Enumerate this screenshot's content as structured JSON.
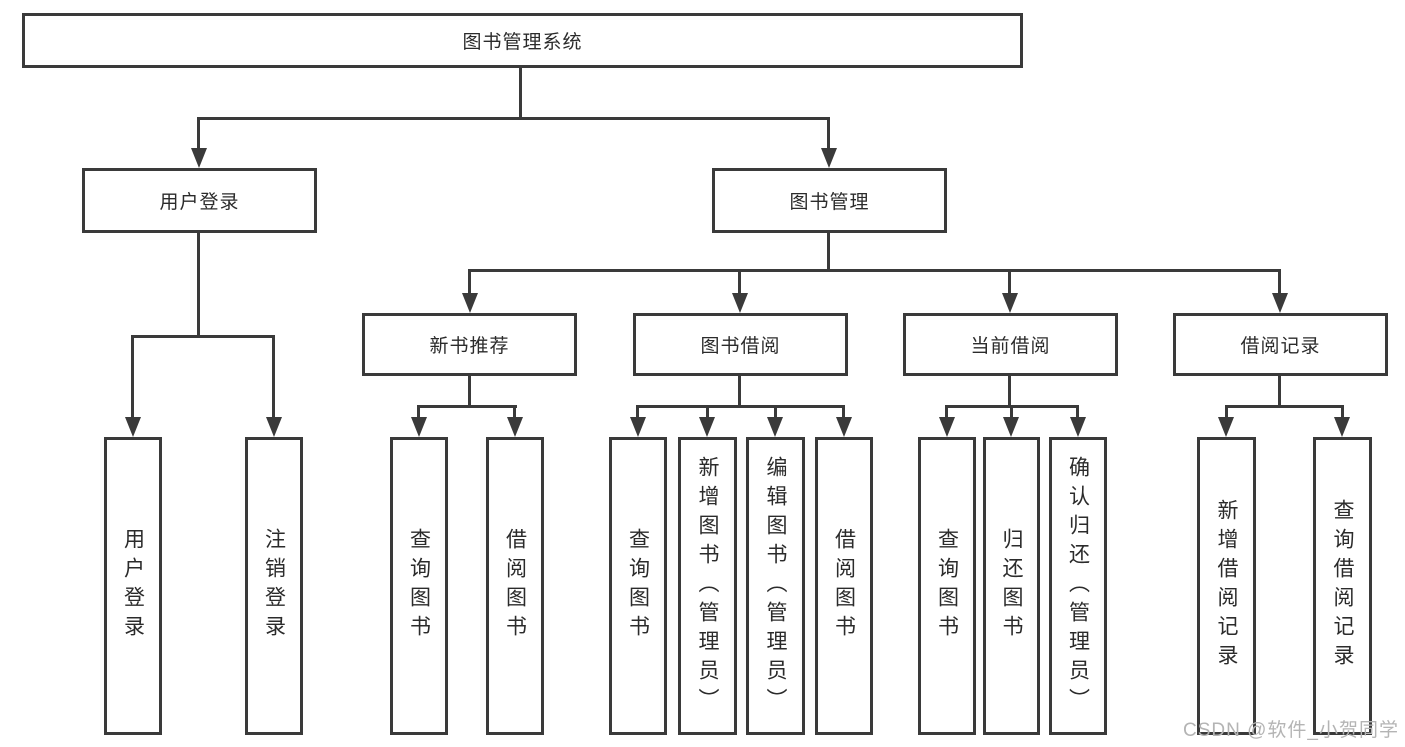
{
  "diagram_type": "hierarchy-tree",
  "colors": {
    "background": "#ffffff",
    "box_border": "#3a3a3a",
    "connector": "#3a3a3a",
    "text": "#2b2b2b",
    "watermark_text": "#b4b4b4"
  },
  "hierarchy": {
    "label": "图书管理系统",
    "children": [
      {
        "label": "用户登录",
        "children": [
          {
            "label": "用户登录"
          },
          {
            "label": "注销登录"
          }
        ]
      },
      {
        "label": "图书管理",
        "children": [
          {
            "label": "新书推荐",
            "children": [
              {
                "label": "查询图书"
              },
              {
                "label": "借阅图书"
              }
            ]
          },
          {
            "label": "图书借阅",
            "children": [
              {
                "label": "查询图书"
              },
              {
                "label": "新增图书（管理员）"
              },
              {
                "label": "编辑图书（管理员）"
              },
              {
                "label": "借阅图书"
              }
            ]
          },
          {
            "label": "当前借阅",
            "children": [
              {
                "label": "查询图书"
              },
              {
                "label": "归还图书"
              },
              {
                "label": "确认归还（管理员）"
              }
            ]
          },
          {
            "label": "借阅记录",
            "children": [
              {
                "label": "新增借阅记录"
              },
              {
                "label": "查询借阅记录"
              }
            ]
          }
        ]
      }
    ]
  },
  "watermark": "CSDN @软件_小贺同学"
}
